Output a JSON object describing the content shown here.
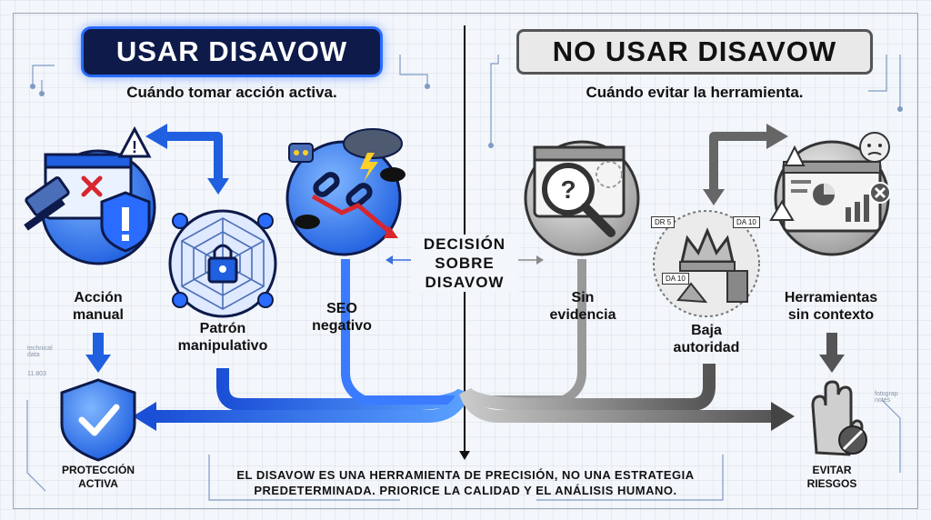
{
  "left": {
    "title": "USAR DISAVOW",
    "subtitle": "Cuándo tomar acción activa.",
    "items": [
      {
        "label_line1": "Acción",
        "label_line2": "manual"
      },
      {
        "label_line1": "Patrón",
        "label_line2": "manipulativo"
      },
      {
        "label_line1": "SEO",
        "label_line2": "negativo"
      }
    ],
    "outcome_line1": "PROTECCIÓN",
    "outcome_line2": "ACTIVA",
    "accent": "#1f5fe0",
    "accent_dark": "#0d1a4a"
  },
  "right": {
    "title": "NO USAR DISAVOW",
    "subtitle": "Cuándo evitar la herramienta.",
    "items": [
      {
        "label_line1": "Sin",
        "label_line2": "evidencia"
      },
      {
        "label_line1": "Baja",
        "label_line2": "autoridad"
      },
      {
        "label_line1": "Herramientas",
        "label_line2": "sin contexto"
      }
    ],
    "outcome_line1": "EVITAR",
    "outcome_line2": "RIESGOS",
    "badges": [
      "DR 5",
      "DA 10",
      "DA 10"
    ],
    "accent": "#6e6e6e"
  },
  "center": {
    "line1": "DECISIÓN",
    "line2": "SOBRE",
    "line3": "DISAVOW"
  },
  "footer": {
    "line1": "EL DISAVOW ES UNA HERRAMIENTA DE PRECISIÓN, NO UNA ESTRATEGIA",
    "line2": "PREDETERMINADA. PRIORICE LA CALIDAD Y EL ANÁLISIS HUMANO."
  },
  "annotations": {
    "left_line1": "technical",
    "left_line2": "data",
    "left_code": "11.803",
    "right_line1": "fotograp",
    "right_line2": "notes"
  },
  "icons": [
    "gavel-warning-icon",
    "shield-alert-icon",
    "chain-lock-web-icon",
    "robot-broken-chain-icon",
    "shield-check-icon",
    "magnifier-question-icon",
    "crown-low-authority-icon",
    "dashboard-tool-icon",
    "stop-hand-icon"
  ]
}
